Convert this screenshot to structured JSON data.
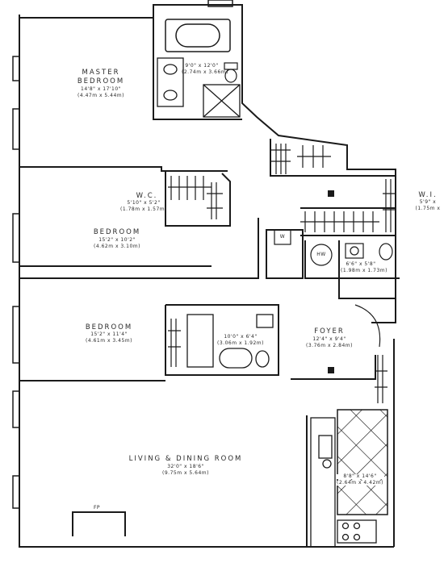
{
  "rooms": {
    "master_bedroom": {
      "line1": "MASTER",
      "line2": "BEDROOM",
      "dim_ft": "14'8\" x 17'10\"",
      "dim_m": "(4.47m x 5.44m)"
    },
    "master_bath": {
      "dim_ft": "9'0\" x 12'0\"",
      "dim_m": "(2.74m x 3.66m)"
    },
    "wic_bedroom": {
      "name": "W.C.",
      "dim_ft": "5'10\" x 5'2\"",
      "dim_m": "(1.78m x 1.57m)"
    },
    "walk_in_closet": {
      "name": "W.I.",
      "dim_ft": "5'9\" x",
      "dim_m": "(1.75m x"
    },
    "bedroom_2": {
      "name": "BEDROOM",
      "dim_ft": "15'2\" x 10'2\"",
      "dim_m": "(4.62m x 3.10m)"
    },
    "bedroom_3": {
      "name": "BEDROOM",
      "dim_ft": "15'2\" x 11'4\"",
      "dim_m": "(4.61m x 3.45m)"
    },
    "bath_2": {
      "dim_ft": "10'0\" x 6'4\"",
      "dim_m": "(3.06m x 1.92m)"
    },
    "powder_room": {
      "dim_ft": "6'6\" x 5'8\"",
      "dim_m": "(1.98m x 1.73m)"
    },
    "foyer": {
      "name": "FOYER",
      "dim_ft": "12'4\" x 9'4\"",
      "dim_m": "(3.76m x 2.84m)"
    },
    "living_dining": {
      "name": "LIVING & DINING ROOM",
      "dim_ft": "32'0\" x 18'6\"",
      "dim_m": "(9.75m x 5.64m)"
    },
    "kitchen": {
      "dim_ft": "8'8\" x 14'6\"",
      "dim_m": "(2.64m x 4.42m)"
    }
  },
  "fixtures": {
    "washer_label": "W",
    "water_heater_label": "HW",
    "fireplace_label": "FP"
  }
}
